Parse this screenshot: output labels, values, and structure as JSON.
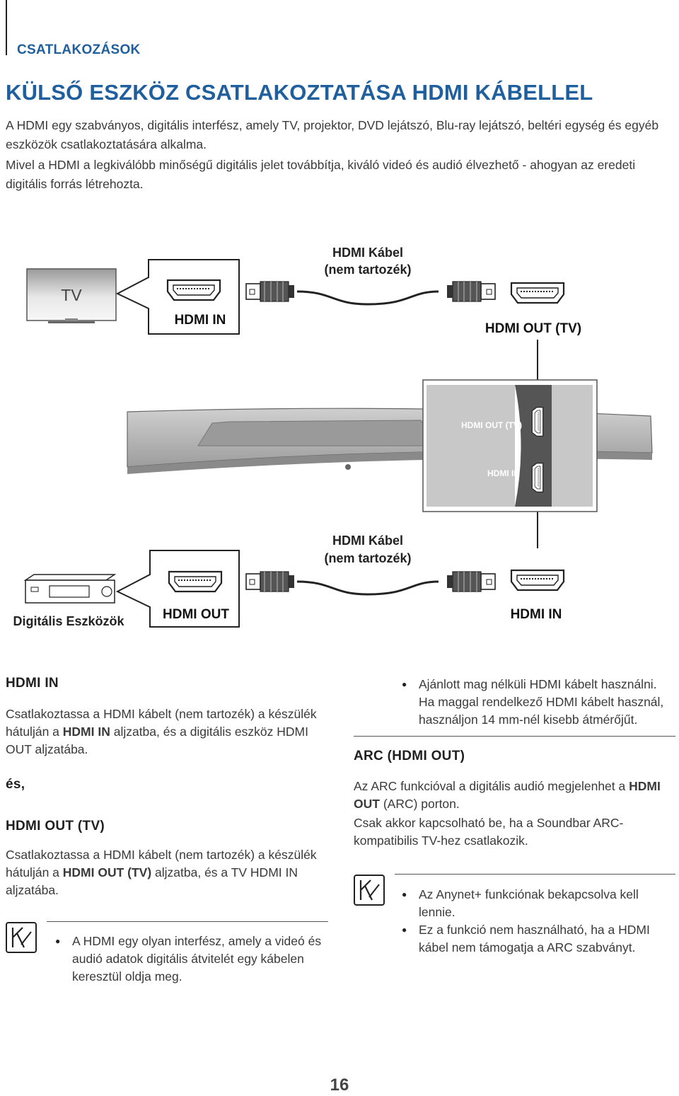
{
  "header": {
    "section": "CSATLAKOZÁSOK",
    "title": "KÜLSŐ ESZKÖZ CSATLAKOZTATÁSA HDMI KÁBELLEL"
  },
  "intro": {
    "p1": "A HDMI egy szabványos, digitális interfész, amely TV, projektor, DVD lejátszó, Blu-ray lejátszó, beltéri egység és egyéb eszközök csatlakoztatására alkalma.",
    "p2": "Mivel a HDMI a legkiválóbb minőségű digitális jelet továbbítja, kiváló videó és audió élvezhető - ahogyan az eredeti digitális forrás létrehozta."
  },
  "diagram": {
    "tv_label": "TV",
    "top_cable_line1": "HDMI Kábel",
    "top_cable_line2": "(nem tartozék)",
    "top_port_left": "HDMI IN",
    "top_port_right": "HDMI OUT (TV)",
    "panel_out_label": "HDMI OUT (TV)",
    "panel_in_label": "HDMI IN",
    "bottom_cable_line1": "HDMI Kábel",
    "bottom_cable_line2": "(nem tartozék)",
    "device_label": "Digitális Eszközök",
    "bottom_port_left": "HDMI OUT",
    "bottom_port_right": "HDMI IN"
  },
  "left": {
    "heading1": "HDMI IN",
    "p1_a": "Csatlakoztassa a HDMI kábelt (nem tartozék) a készülék hátulján a ",
    "p1_bold": "HDMI IN",
    "p1_b": " aljzatba, és a digitális eszköz HDMI OUT aljzatába.",
    "and": "és,",
    "heading2": "HDMI OUT (TV)",
    "p2_a": "Csatlakoztassa a HDMI kábelt (nem tartozék) a készülék hátulján a ",
    "p2_bold": "HDMI OUT (TV)",
    "p2_b": " aljzatba, és a TV HDMI IN aljzatába.",
    "note": "A HDMI egy olyan interfész, amely a videó és audió adatok digitális átvitelét egy kábelen keresztül oldja meg."
  },
  "right": {
    "bullet1": "Ajánlott mag nélküli HDMI kábelt használni. Ha maggal rendelkező HDMI kábelt használ, használjon 14 mm-nél kisebb átmérőjűt.",
    "heading": "ARC (HDMI OUT)",
    "p1_a": "Az ARC funkcióval a digitális audió megjelenhet a ",
    "p1_bold": "HDMI OUT",
    "p1_b": " (ARC) porton.",
    "p2": "Csak akkor kapcsolható be, ha a Soundbar ARC-kompatibilis TV-hez csatlakozik.",
    "note1": "Az Anynet+ funkciónak bekapcsolva kell lennie.",
    "note2": "Ez a funkció nem használható, ha a HDMI kábel nem támogatja a ARC szabványt."
  },
  "page_number": "16"
}
